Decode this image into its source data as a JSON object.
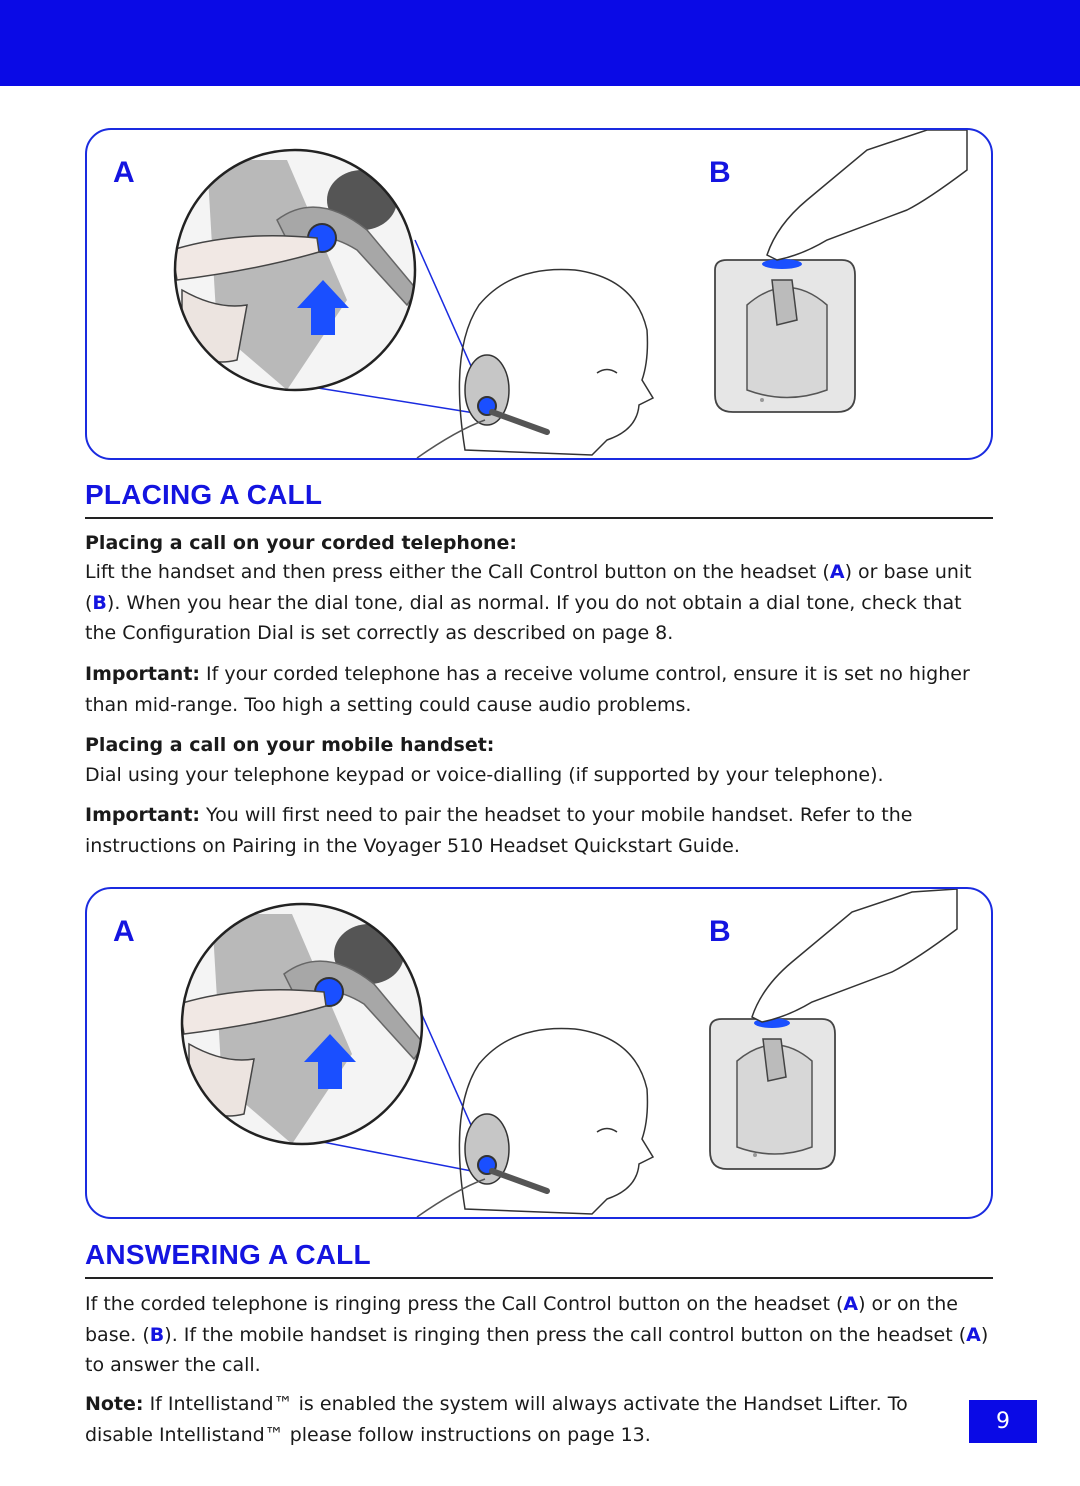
{
  "figure1": {
    "label_a": "A",
    "label_b": "B"
  },
  "figure2": {
    "label_a": "A",
    "label_b": "B"
  },
  "placing": {
    "title": "PLACING A CALL",
    "corded_heading": "Placing a call on your corded telephone:",
    "corded_text_1": "Lift the handset and then press either the Call Control button on the headset (",
    "corded_ref_a": "A",
    "corded_text_2": ") or base unit (",
    "corded_ref_b": "B",
    "corded_text_3": "). When you hear the dial tone, dial as normal. If you do not obtain a dial tone, check that the Configuration Dial is set correctly as described on page 8.",
    "important1_label": "Important:",
    "important1_text": " If your corded telephone has a receive volume control, ensure it is set no higher than mid-range. Too high a setting could cause audio problems.",
    "mobile_heading": "Placing a call on your mobile handset:",
    "mobile_text": "Dial using your telephone keypad or voice-dialling (if supported by your telephone).",
    "important2_label": "Important:",
    "important2_text": " You will first need to pair the headset to your mobile handset. Refer to the instructions on Pairing in the Voyager 510 Headset Quickstart Guide."
  },
  "answering": {
    "title": "ANSWERING A CALL",
    "text_1": "If the corded telephone is ringing press the Call Control button on the headset (",
    "ref_a1": "A",
    "text_2": ") or on the base. (",
    "ref_b": "B",
    "text_3": "). If the mobile handset is ringing then press the call control button on the headset (",
    "ref_a2": "A",
    "text_4": ") to answer the call.",
    "note_label": "Note:",
    "note_text": " If Intellistand™ is enabled the system will always activate the Handset Lifter. To disable Intellistand™ please follow instructions on page 13."
  },
  "page_number": "9",
  "colors": {
    "accent_blue": "#0a0ae6",
    "heading_blue": "#1414e0"
  }
}
